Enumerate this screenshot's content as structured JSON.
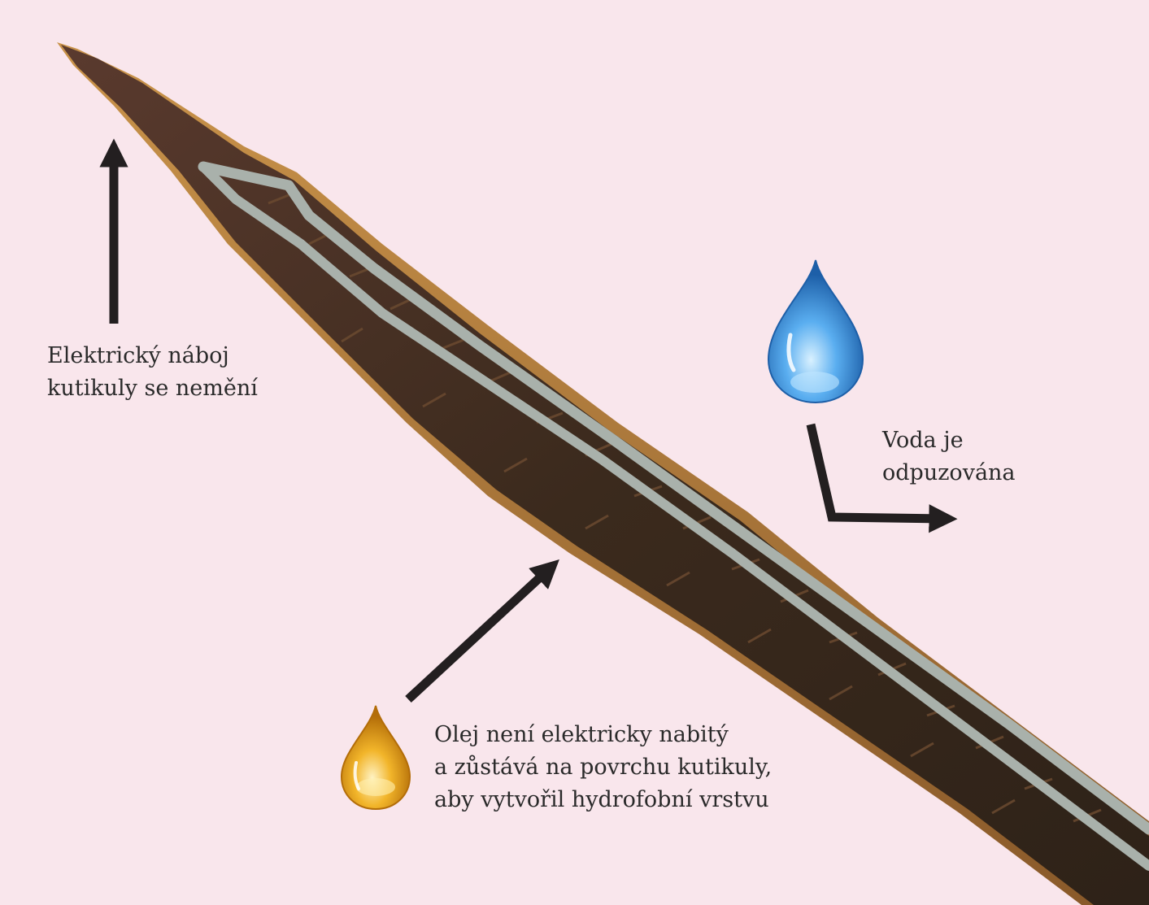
{
  "colors": {
    "background": "#f9e6ec",
    "arrow": "#231f20",
    "hair_cuticle": "#3b2a1d",
    "hair_highlight": "#b98a3c",
    "hair_medulla": "#a9b1ab",
    "water_drop": "#3f8fd2",
    "oil_drop": "#e9a91a"
  },
  "icons": {
    "hair": "hair-strand-illustration",
    "water": "water-drop-icon",
    "oil": "oil-drop-icon",
    "arrows": [
      "arrow-up-icon",
      "arrow-diagonal-up-right-icon",
      "arrow-elbow-right-icon"
    ]
  },
  "labels": {
    "cuticle_charge": {
      "lines": [
        "Elektrický náboj",
        "kutikuly se nemění"
      ]
    },
    "water_repelled": {
      "lines": [
        "Voda je",
        "odpuzována"
      ]
    },
    "oil_layer": {
      "lines": [
        "Olej není elektricky nabitý",
        "a zůstává na povrchu kutikuly,",
        "aby vytvořil hydrofobní vrstvu"
      ]
    }
  }
}
